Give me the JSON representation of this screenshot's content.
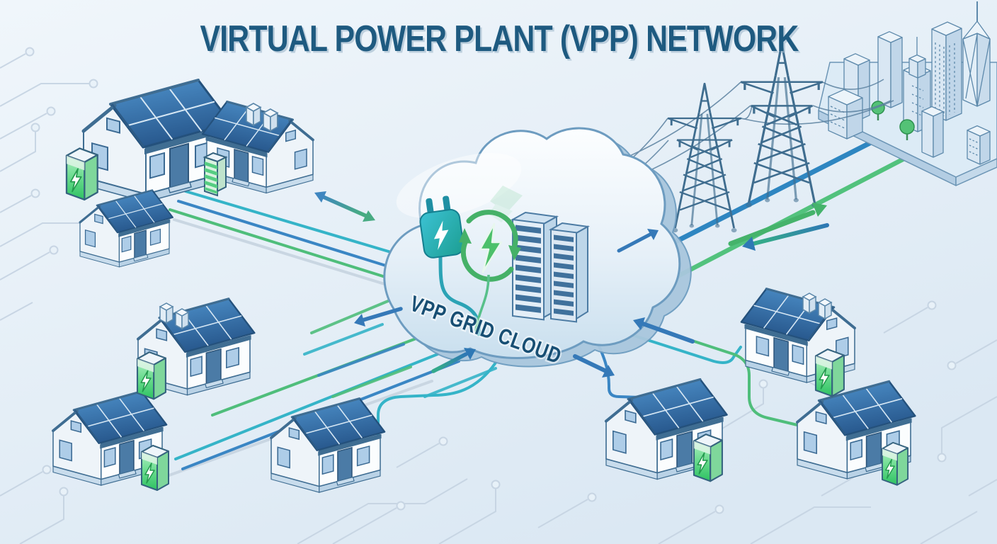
{
  "title": {
    "text": "VIRTUAL POWER PLANT (VPP) NETWORK"
  },
  "cloud": {
    "label": "VPP GRID CLOUD",
    "icons": [
      "power-plug-icon",
      "energy-recycle-icon",
      "server-rack-icon"
    ]
  },
  "palette": {
    "title_color": "#1e5a80",
    "label_color": "#174e73",
    "line_blue": "#2e86c1",
    "line_green": "#52c27d",
    "line_teal": "#35b4c8",
    "line_gray": "#c9d6e2",
    "solar_panel_blue": "#2f6ea8",
    "battery_green": "#3ec966",
    "city_blue": "#c0d6e9",
    "background": "#e9f2f9"
  },
  "elements": {
    "houses": [
      {
        "id": "house-nw-1",
        "solar": true,
        "battery": "left"
      },
      {
        "id": "house-nw-2",
        "solar": true,
        "battery": "striped-left"
      },
      {
        "id": "house-nw-3",
        "solar": true,
        "battery": "none"
      },
      {
        "id": "house-w-1",
        "solar": true,
        "battery": "left"
      },
      {
        "id": "house-sw-1",
        "solar": true,
        "battery": "right"
      },
      {
        "id": "house-s-1",
        "solar": true,
        "battery": "none"
      },
      {
        "id": "house-ne-1",
        "solar": true,
        "battery": "right"
      },
      {
        "id": "house-e-1",
        "solar": true,
        "battery": "right"
      },
      {
        "id": "house-se-1",
        "solar": true,
        "battery": "right"
      }
    ],
    "transmission_towers": 2,
    "city": "city-skyline",
    "flows": [
      {
        "id": "flow-left-bidirectional",
        "direction": "two-way"
      },
      {
        "id": "flow-to-homes-left",
        "direction": "to-homes"
      },
      {
        "id": "flow-to-cloud-left",
        "direction": "to-cloud"
      },
      {
        "id": "flow-to-cloud-right",
        "direction": "to-cloud"
      },
      {
        "id": "flow-to-homes-right",
        "direction": "to-homes"
      },
      {
        "id": "flow-to-city-green",
        "direction": "to-city"
      },
      {
        "id": "flow-from-city-blue",
        "direction": "from-city"
      },
      {
        "id": "flow-to-city-small-blue",
        "direction": "to-city"
      }
    ]
  }
}
